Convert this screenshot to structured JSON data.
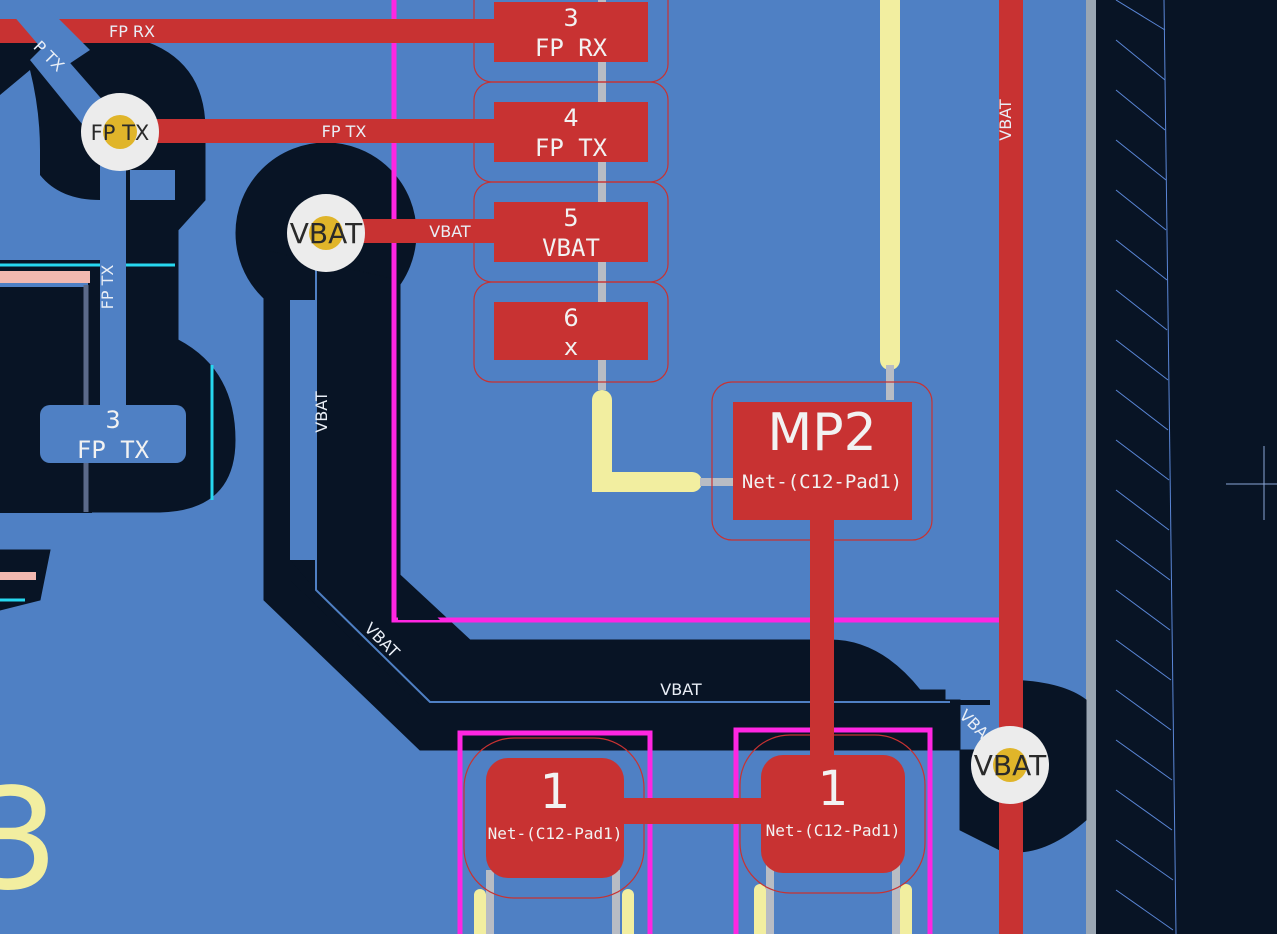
{
  "board": {
    "colors": {
      "copper_pour": "#4f80c4",
      "clearance": "#081425",
      "front_copper": "#c83232",
      "silkscreen": "#f2eea0",
      "courtyard": "#ff26e2",
      "via_ring": "#ececec",
      "via_drill": "#e0b52a",
      "edge_cut": "#9aa6b3"
    }
  },
  "connector_pads": [
    {
      "number": "3",
      "net": "FP RX"
    },
    {
      "number": "4",
      "net": "FP TX"
    },
    {
      "number": "5",
      "net": "VBAT"
    },
    {
      "number": "6",
      "net": "x"
    }
  ],
  "left_pad": {
    "number": "3",
    "net": "FP TX"
  },
  "component": {
    "ref": "MP2",
    "net": "Net-(C12-Pad1)"
  },
  "bottom_pads": [
    {
      "number": "1",
      "net": "Net-(C12-Pad1)"
    },
    {
      "number": "1",
      "net": "Net-(C12-Pad1)"
    }
  ],
  "vias": [
    {
      "label": "FP TX"
    },
    {
      "label": "VBAT"
    },
    {
      "label": "VBAT"
    }
  ],
  "trace_labels": {
    "fp_rx": "FP RX",
    "fp_tx_diag": "P TX",
    "fp_tx_h": "FP TX",
    "fp_tx_v": "FP TX",
    "vbat_h1": "VBAT",
    "vbat_v": "VBAT",
    "vbat_diag1": "VBAT",
    "vbat_h2": "VBAT",
    "vbat_diag2": "VBA",
    "vbat_right_v": "VBAT"
  },
  "silk_ref_fragment": "3"
}
